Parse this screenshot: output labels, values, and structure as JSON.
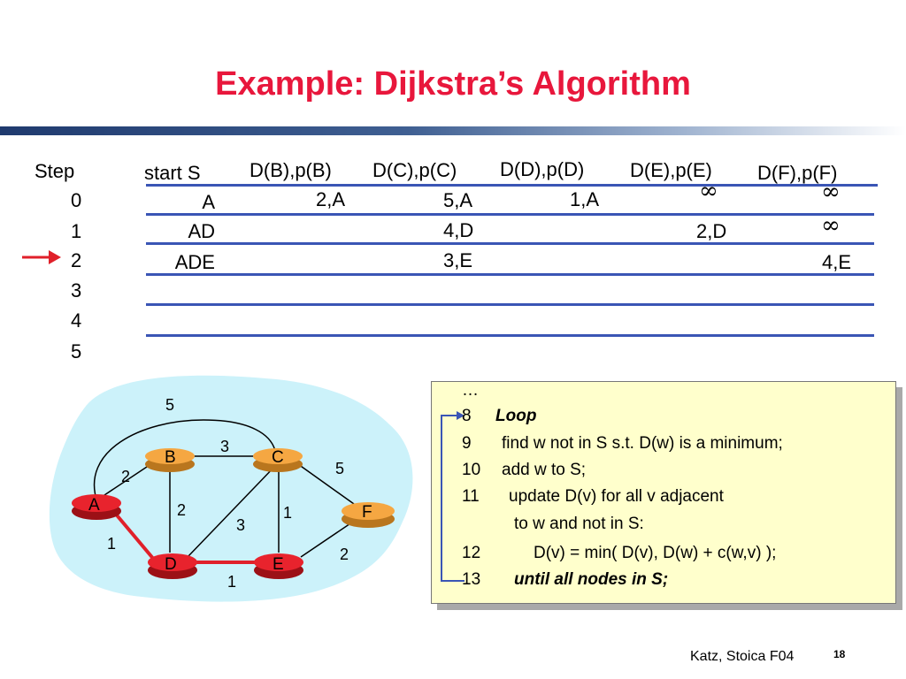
{
  "slide": {
    "title": "Example: Dijkstra’s Algorithm",
    "footer": "Katz, Stoica F04",
    "page_number": "18"
  },
  "table": {
    "headers": [
      "Step",
      "start S",
      "D(B),p(B)",
      "D(C),p(C)",
      "D(D),p(D)",
      "D(E),p(E)",
      "D(F),p(F)"
    ],
    "steps": [
      "0",
      "1",
      "2",
      "3",
      "4",
      "5"
    ],
    "start_s": [
      "A",
      "AD",
      "ADE"
    ],
    "cells": {
      "b0": "2,A",
      "c0": "5,A",
      "c1": "4,D",
      "c2": "3,E",
      "d0": "1,A",
      "e0": "∞",
      "e1": "2,D",
      "f0": "∞",
      "f1": "∞",
      "f2": "4,E"
    },
    "current_step_marker": "2"
  },
  "graph": {
    "nodes": [
      "A",
      "B",
      "C",
      "D",
      "E",
      "F"
    ],
    "edge_weights": {
      "A-C": "5",
      "B-C": "3",
      "C-F": "5",
      "A-B": "2",
      "B-D": "2",
      "C-D": "3",
      "C-E": "1",
      "A-D": "1",
      "E-F": "2",
      "D-E": "1"
    },
    "highlight_color": "#e0202a",
    "node_color_default": "#f5a742",
    "node_color_visited": "#e8232d"
  },
  "code": [
    {
      "num": "…",
      "text": ""
    },
    {
      "num": "8",
      "text": "Loop"
    },
    {
      "num": "9",
      "text": "find w not in S s.t. D(w) is a minimum;"
    },
    {
      "num": "10",
      "text": "add w to S;"
    },
    {
      "num": "11",
      "text": "update D(v) for all v adjacent"
    },
    {
      "num": "",
      "text": "to w and not in S:"
    },
    {
      "num": "12",
      "text": "D(v) = min( D(v), D(w) + c(w,v) );"
    },
    {
      "num": "13",
      "text": "until all nodes in S;"
    }
  ]
}
